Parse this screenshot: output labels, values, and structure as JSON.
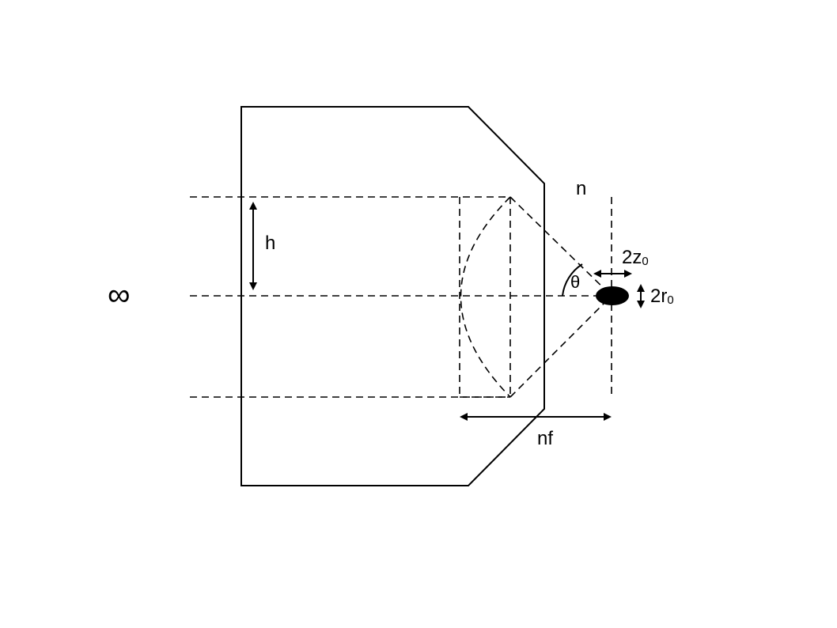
{
  "labels": {
    "infinity": "∞",
    "h": "h",
    "n": "n",
    "theta": "θ",
    "two_z0_main": "2z",
    "two_z0_sub": "0",
    "two_r0_main": "2r",
    "two_r0_sub": "0",
    "nf": "nf"
  },
  "colors": {
    "stroke": "#000000",
    "background": "#ffffff"
  }
}
